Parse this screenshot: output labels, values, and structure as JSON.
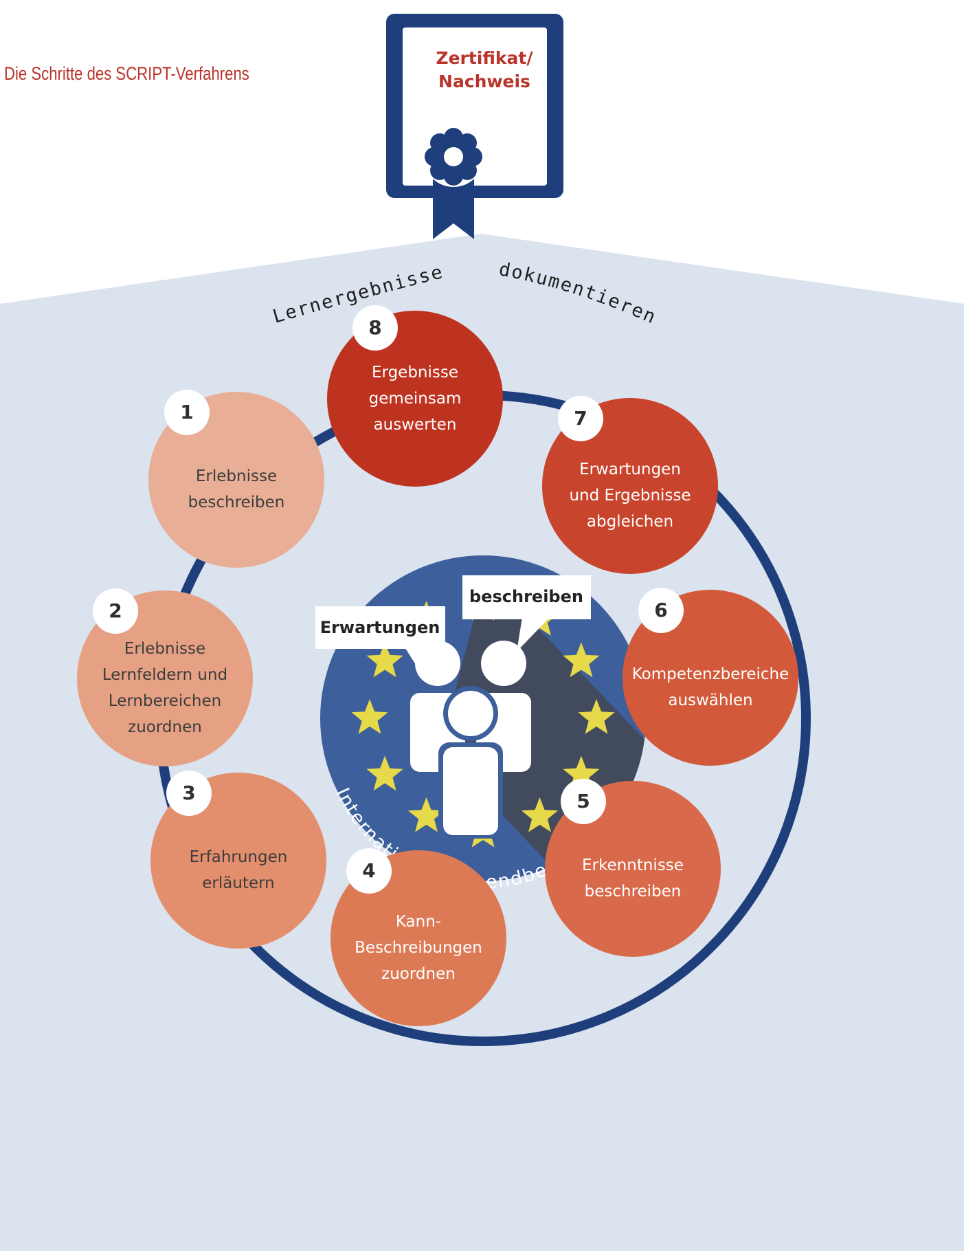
{
  "heading": "Die Schritte des SCRIPT-Verfahrens",
  "certificate": {
    "line1": "Zertifikat/",
    "line2": "Nachweis"
  },
  "roof_text": {
    "left": "Lernergebnisse",
    "right": "dokumentieren"
  },
  "center": {
    "bubble_left": "Erwartungen",
    "bubble_right": "beschreiben",
    "arc_text": "Internationale Jugendbegegnungen"
  },
  "steps": [
    {
      "number": "1",
      "lines": [
        "Erlebnisse",
        "beschreiben"
      ],
      "color": "#e9ae96"
    },
    {
      "number": "2",
      "lines": [
        "Erlebnisse",
        "Lernfeldern und",
        "Lernbereichen",
        "zuordnen"
      ],
      "color": "#e6a184"
    },
    {
      "number": "3",
      "lines": [
        "Erfahrungen",
        "erläutern"
      ],
      "color": "#e38f6d"
    },
    {
      "number": "4",
      "lines": [
        "Kann-",
        "Beschreibungen",
        "zuordnen"
      ],
      "color": "#dd7a56"
    },
    {
      "number": "5",
      "lines": [
        "Erkenntnisse",
        "beschreiben"
      ],
      "color": "#d8694a"
    },
    {
      "number": "6",
      "lines": [
        "Kompetenzbereiche",
        "auswählen"
      ],
      "color": "#d25a3b"
    },
    {
      "number": "7",
      "lines": [
        "Erwartungen",
        "und Ergebnisse",
        "abgleichen"
      ],
      "color": "#c9442c"
    },
    {
      "number": "8",
      "lines": [
        "Ergebnisse",
        "gemeinsam",
        "auswerten"
      ],
      "color": "#be3220"
    }
  ],
  "colors": {
    "navy": "#1f3f7c",
    "roof_bg": "#dbe3ef",
    "center_blue": "#3d5f9b",
    "shadow": "#424a5e",
    "star": "#e6d94a",
    "heading_red": "#b9342b"
  }
}
